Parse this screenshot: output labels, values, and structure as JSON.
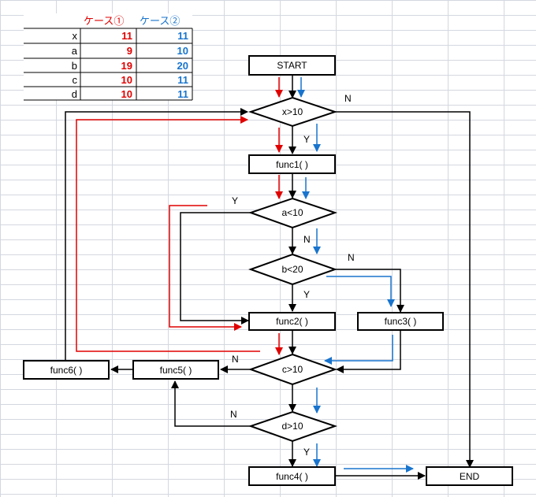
{
  "table": {
    "headers": [
      "ケース①",
      "ケース②"
    ],
    "header_colors": [
      "#e00000",
      "#1874cd"
    ],
    "rows": [
      {
        "key": "x",
        "case1": "11",
        "case2": "11"
      },
      {
        "key": "a",
        "case1": "9",
        "case2": "10"
      },
      {
        "key": "b",
        "case1": "19",
        "case2": "20"
      },
      {
        "key": "c",
        "case1": "10",
        "case2": "11"
      },
      {
        "key": "d",
        "case1": "10",
        "case2": "11"
      }
    ]
  },
  "nodes": {
    "start": "START",
    "x_gt_10": "x>10",
    "func1": "func1( )",
    "a_lt_10": "a<10",
    "b_lt_20": "b<20",
    "func2": "func2( )",
    "func3": "func3( )",
    "c_gt_10": "c>10",
    "func5": "func5( )",
    "func6": "func6( )",
    "d_gt_10": "d>10",
    "func4": "func4( )",
    "end": "END"
  },
  "branch_labels": {
    "x_no": "N",
    "x_yes": "Y",
    "a_yes": "Y",
    "a_no": "N",
    "b_no": "N",
    "b_yes": "Y",
    "c_no": "N",
    "d_no": "N",
    "d_yes": "Y"
  },
  "colors": {
    "case1_path": "#e00000",
    "case2_path": "#1874cd",
    "flow": "#000000"
  }
}
